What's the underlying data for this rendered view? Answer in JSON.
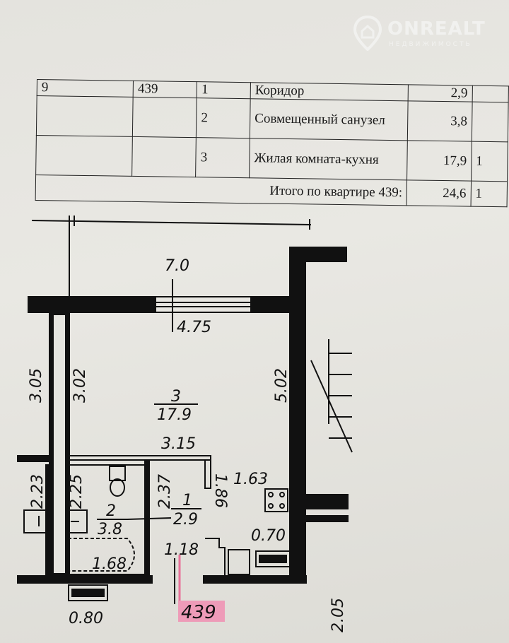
{
  "watermark": {
    "name": "ONREALT",
    "sub": "НЕДВИЖИМОСТЬ"
  },
  "table": {
    "floor": "9",
    "apartment": "439",
    "rows": [
      {
        "no": "1",
        "name": "Коридор",
        "area": "2,9",
        "extra": ""
      },
      {
        "no": "2",
        "name": "Совмещенный санузел",
        "area": "3,8",
        "extra": ""
      },
      {
        "no": "3",
        "name": "Жилая комната-кухня",
        "area": "17,9",
        "extra": "1"
      }
    ],
    "total_label": "Итого по квартире 439:",
    "total_area": "24,6",
    "total_extra": "1"
  },
  "plan": {
    "dims": {
      "d700": "7.0",
      "d475": "4.75",
      "d305": "3.05",
      "d302": "3.02",
      "d502": "5.02",
      "d315": "3.15",
      "d163": "1.63",
      "d223": "2.23",
      "d225": "2.25",
      "d237": "2.37",
      "d186": "1.86",
      "d070": "0.70",
      "d118": "1.18",
      "d168": "1.68",
      "d080": "0.80",
      "d205": "2.05"
    },
    "rooms": [
      {
        "no": "3",
        "area": "17.9"
      },
      {
        "no": "1",
        "area": "2.9"
      },
      {
        "no": "2",
        "area": "3.8"
      }
    ],
    "apartment_label": "439",
    "highlight_color": "#e8739a"
  }
}
